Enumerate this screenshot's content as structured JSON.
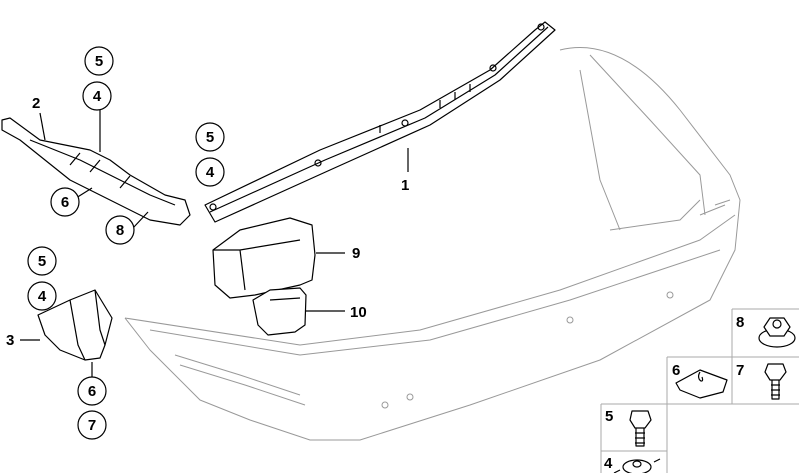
{
  "diagram": {
    "part_labels": {
      "p1": "1",
      "p2": "2",
      "p3": "3",
      "p9": "9",
      "p10": "10"
    },
    "callouts": {
      "c5a": "5",
      "c4a": "4",
      "c6a": "6",
      "c8a": "8",
      "c5b": "5",
      "c4b": "4",
      "c5c": "5",
      "c4c": "4",
      "c6c": "6",
      "c7c": "7"
    },
    "legend_boxes": {
      "b8": "8",
      "b6": "6",
      "b7": "7",
      "b5": "5",
      "b4": "4"
    }
  }
}
